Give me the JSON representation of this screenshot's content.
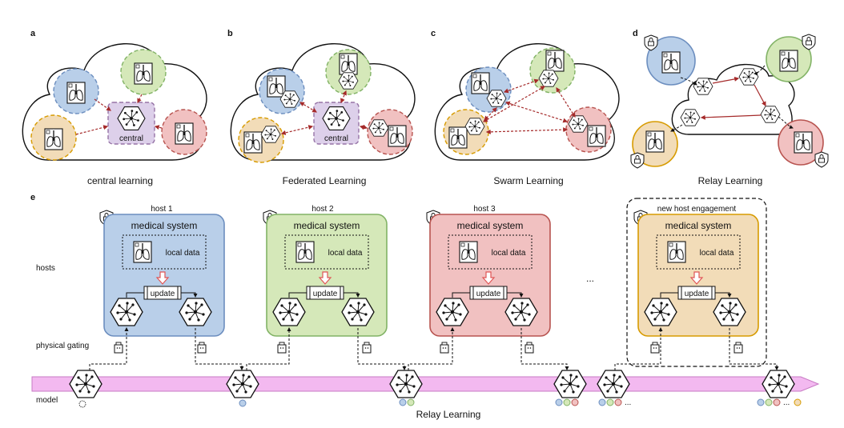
{
  "panels": {
    "a": {
      "letter": "a",
      "caption": "central learning",
      "central_label": "central"
    },
    "b": {
      "letter": "b",
      "caption": "Federated Learning",
      "central_label": "central"
    },
    "c": {
      "letter": "c",
      "caption": "Swarm Learning"
    },
    "d": {
      "letter": "d",
      "caption": "Relay Learning"
    },
    "e": {
      "letter": "e"
    }
  },
  "colors": {
    "blue": "#b9cfe9",
    "blue_stroke": "#6c8ebf",
    "green": "#d5e8b9",
    "green_stroke": "#82b366",
    "orange": "#f2dcb8",
    "orange_stroke": "#d79b00",
    "red": "#f1c1c1",
    "red_stroke": "#b85450",
    "purple": "#ddd0ea",
    "purple_stroke": "#9673a6",
    "arrow": "#a52a2a",
    "magenta": "#f3b9f0"
  },
  "panel_e": {
    "row_labels": {
      "hosts": "hosts",
      "gating": "physical gating",
      "model": "model"
    },
    "hosts": [
      {
        "title": "host 1",
        "system": "medical system",
        "local": "local data",
        "update": "update"
      },
      {
        "title": "host 2",
        "system": "medical system",
        "local": "local data",
        "update": "update"
      },
      {
        "title": "host 3",
        "system": "medical system",
        "local": "local data",
        "update": "update"
      },
      {
        "title": "new host engagement",
        "system": "medical system",
        "local": "local data",
        "update": "update"
      }
    ],
    "ellipsis": "...",
    "model_ellipsis_1": "...",
    "model_ellipsis_2": "...",
    "footer": "Relay Learning"
  },
  "icons": [
    "lock-shield-icon",
    "xray-lungs-icon",
    "neural-network-hexagon-icon",
    "usb-key-icon"
  ]
}
